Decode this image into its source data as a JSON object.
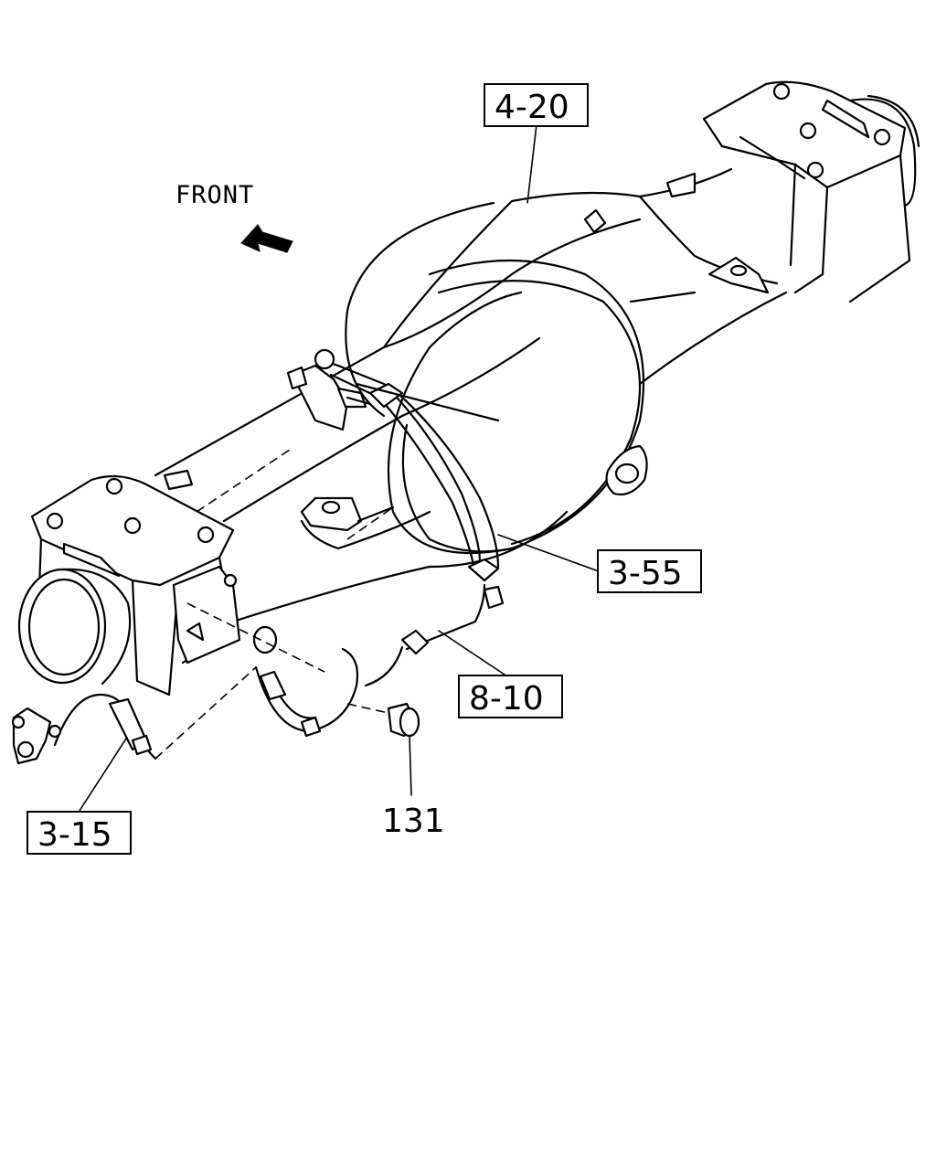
{
  "direction_label": "FRONT",
  "callouts": [
    {
      "id": "4-20",
      "label": "4-20"
    },
    {
      "id": "3-55",
      "label": "3-55"
    },
    {
      "id": "8-10",
      "label": "8-10"
    },
    {
      "id": "3-15",
      "label": "3-15"
    },
    {
      "id": "131",
      "label": "131"
    }
  ]
}
